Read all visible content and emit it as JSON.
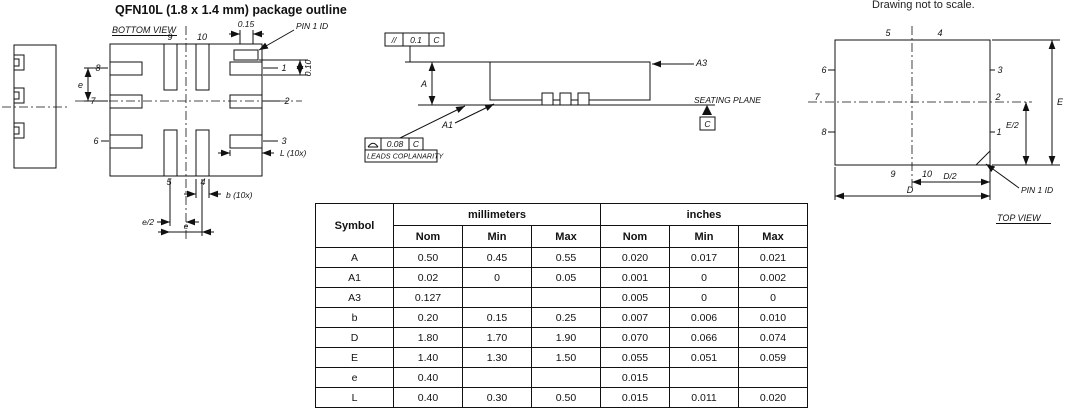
{
  "page": {
    "title": "QFN10L (1.8 x 1.4 mm) package outline",
    "note": "Drawing not to scale."
  },
  "bottom_view": {
    "caption": "BOTTOM VIEW",
    "pin_9": "9",
    "pin_10": "10",
    "pin_8": "8",
    "pin_7": "7",
    "pin_6": "6",
    "pin_1": "1",
    "pin_2": "2",
    "pin_3": "3",
    "pin_5": "5",
    "pin_4": "4",
    "dim_top": "0.15",
    "pin1_id": "PIN 1 ID",
    "dim_right": "0.10",
    "dim_e_left": "e",
    "dim_l": "L  (10x)",
    "dim_b": "b (10x)",
    "dim_e_half": "e/2",
    "dim_e_bottom": "e"
  },
  "side_view": {
    "parallelism_symbol": "//",
    "parallelism_value": "0.1",
    "parallelism_datum": "C",
    "dim_a": "A",
    "dim_a1": "A1",
    "dim_a3": "A3",
    "seating_plane": "SEATING PLANE",
    "datum_c": "C",
    "coplanarity_value": "0.08",
    "coplanarity_datum": "C",
    "coplanarity_label": "LEADS COPLANARITY"
  },
  "top_view": {
    "caption": "TOP VIEW",
    "pin_5": "5",
    "pin_4": "4",
    "pin_6": "6",
    "pin_7": "7",
    "pin_8": "8",
    "pin_3": "3",
    "pin_2": "2",
    "pin_1": "1",
    "pin_9": "9",
    "pin_10": "10",
    "dim_e": "E",
    "dim_e_half": "E/2",
    "dim_d_half": "D/2",
    "dim_d": "D",
    "pin1_id": "PIN 1 ID"
  },
  "table": {
    "symbol_header": "Symbol",
    "group_mm": "millimeters",
    "group_in": "inches",
    "sub": [
      "Nom",
      "Min",
      "Max"
    ],
    "rows": [
      {
        "symbol": "A",
        "mm": [
          "0.50",
          "0.45",
          "0.55"
        ],
        "in": [
          "0.020",
          "0.017",
          "0.021"
        ]
      },
      {
        "symbol": "A1",
        "mm": [
          "0.02",
          "0",
          "0.05"
        ],
        "in": [
          "0.001",
          "0",
          "0.002"
        ]
      },
      {
        "symbol": "A3",
        "mm": [
          "0.127",
          "",
          ""
        ],
        "in": [
          "0.005",
          "0",
          "0"
        ]
      },
      {
        "symbol": "b",
        "mm": [
          "0.20",
          "0.15",
          "0.25"
        ],
        "in": [
          "0.007",
          "0.006",
          "0.010"
        ]
      },
      {
        "symbol": "D",
        "mm": [
          "1.80",
          "1.70",
          "1.90"
        ],
        "in": [
          "0.070",
          "0.066",
          "0.074"
        ]
      },
      {
        "symbol": "E",
        "mm": [
          "1.40",
          "1.30",
          "1.50"
        ],
        "in": [
          "0.055",
          "0.051",
          "0.059"
        ]
      },
      {
        "symbol": "e",
        "mm": [
          "0.40",
          "",
          ""
        ],
        "in": [
          "0.015",
          "",
          ""
        ]
      },
      {
        "symbol": "L",
        "mm": [
          "0.40",
          "0.30",
          "0.50"
        ],
        "in": [
          "0.015",
          "0.011",
          "0.020"
        ]
      }
    ]
  }
}
